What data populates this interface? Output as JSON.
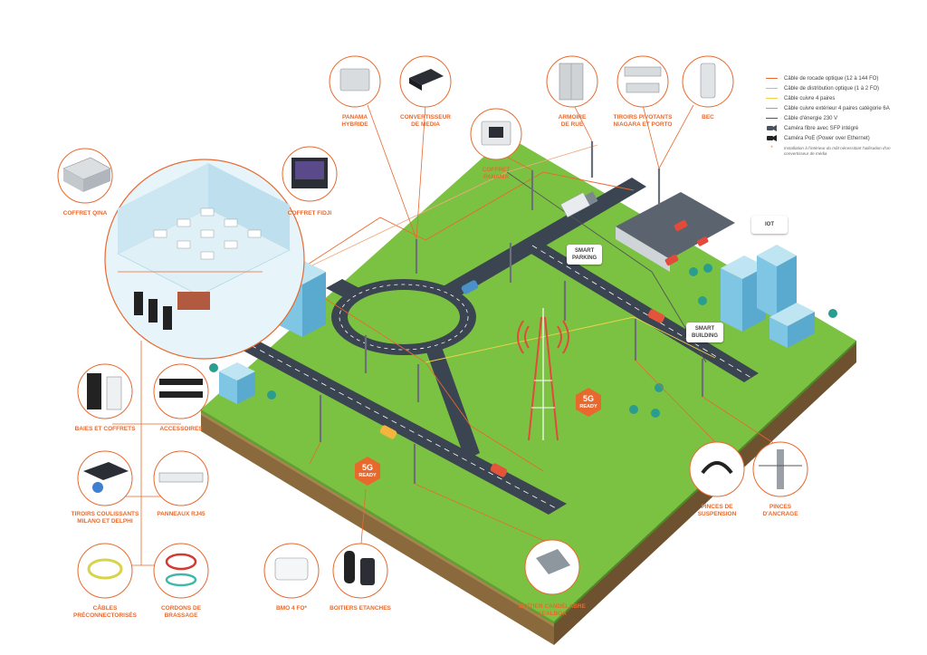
{
  "colors": {
    "accent": "#e8692d",
    "grass": "#7cc242",
    "grass_dark": "#5fa030",
    "soil": "#8a6a3c",
    "road": "#3b4451",
    "building": "#7ec6e3",
    "tree": "#2a9d8f"
  },
  "labels": {
    "panama_hybride": "PANAMA\nHYBRIDE",
    "convertisseur": "CONVERTISSEUR\nDE MEDIA",
    "coffret_panama": "COFFRET\nPANAMA",
    "armoire": "ARMOIRE\nDE RUE",
    "tiroirs_pivotants": "TIROIRS PIVOTANTS\nNIAGARA ET PORTO",
    "bec": "BEC",
    "coffret_qina": "COFFRET QINA",
    "coffret_fidji": "COFFRET FIDJI",
    "baies": "BAIES ET COFFRETS",
    "accessoires": "ACCESSOIRES",
    "tiroirs_coulissants": "TIROIRS COULISSANTS\nMILANO ET DELPHI",
    "panneaux": "PANNEAUX RJ45",
    "cables_preco": "CÂBLES\nPRÉCONNECTORISÉS",
    "cordons": "CORDONS DE\nBRASSAGE",
    "bmo": "BMO 4 FO*",
    "boitiers_etanches": "BOITIERS ETANCHES",
    "boitier_candelabre": "BOÎTIER CANDÉLABRE\nSEALBOX",
    "pinces_suspension": "PINCES DE\nSUSPENSION",
    "pinces_ancrage": "PINCES\nD'ANCRAGE"
  },
  "badges": {
    "iot": "IOT",
    "smart_parking": "SMART\nPARKING",
    "smart_building": "SMART\nBUILDING"
  },
  "five_g": {
    "main": "5G",
    "sub": "READY"
  },
  "legend": {
    "items": [
      {
        "label": "Câble de rocade optique (12 à 144 FO)",
        "color": "#e8692d",
        "kind": "line"
      },
      {
        "label": "Câble de distribution optique (1 à 2 FO)",
        "color": "#f2a97f",
        "kind": "line"
      },
      {
        "label": "Câble cuivre 4 paires",
        "color": "#f0d34a",
        "kind": "line"
      },
      {
        "label": "Câble cuivre extérieur 4 paires catégorie 6A",
        "color": "#9aa0a6",
        "kind": "line"
      },
      {
        "label": "Câble d'énergie 230 V",
        "color": "#555555",
        "kind": "line"
      },
      {
        "label": "Caméra fibre avec SFP intégré",
        "color": "#4a5260",
        "kind": "camera"
      },
      {
        "label": "Caméra PoE (Power over Ethernet)",
        "color": "#222222",
        "kind": "camera"
      }
    ],
    "note": "Installation à l'intérieur du mât nécessitant l'utilisation d'un convertisseur de média"
  }
}
